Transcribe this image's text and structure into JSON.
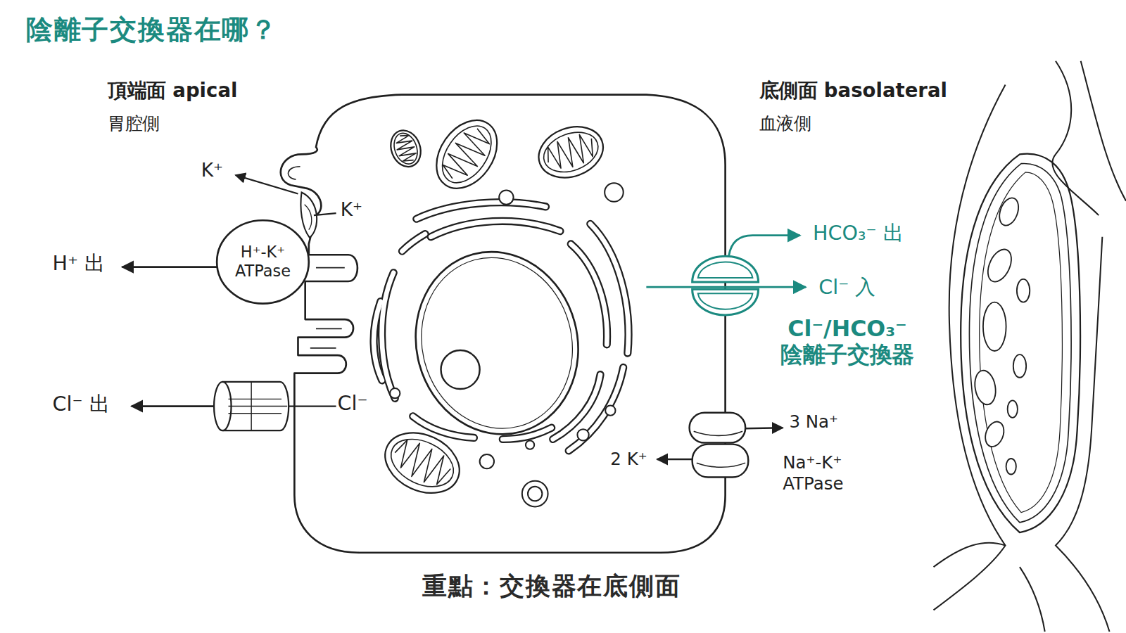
{
  "diagram": {
    "title": "陰離子交換器在哪？",
    "caption": "重點：交換器在底側面",
    "nodes": [
      {
        "text": [
          "H⁺-K⁺ ATPase"
        ]
      },
      {
        "text": [
          "Cl⁻/HCO₃⁻ 陰離子交換器"
        ]
      },
      {
        "text": [
          "Na⁺-K⁺ ATPase"
        ]
      }
    ],
    "labels": [
      "頂端面 apical",
      "胃腔側",
      "底側面 basolateral",
      "血液側",
      "K⁺",
      "K⁺",
      "H⁺ 出",
      "Cl⁻ 出",
      "Cl⁻",
      "HCO₃⁻ 出",
      "Cl⁻ 入",
      "3 Na⁺",
      "2 K⁺"
    ]
  }
}
